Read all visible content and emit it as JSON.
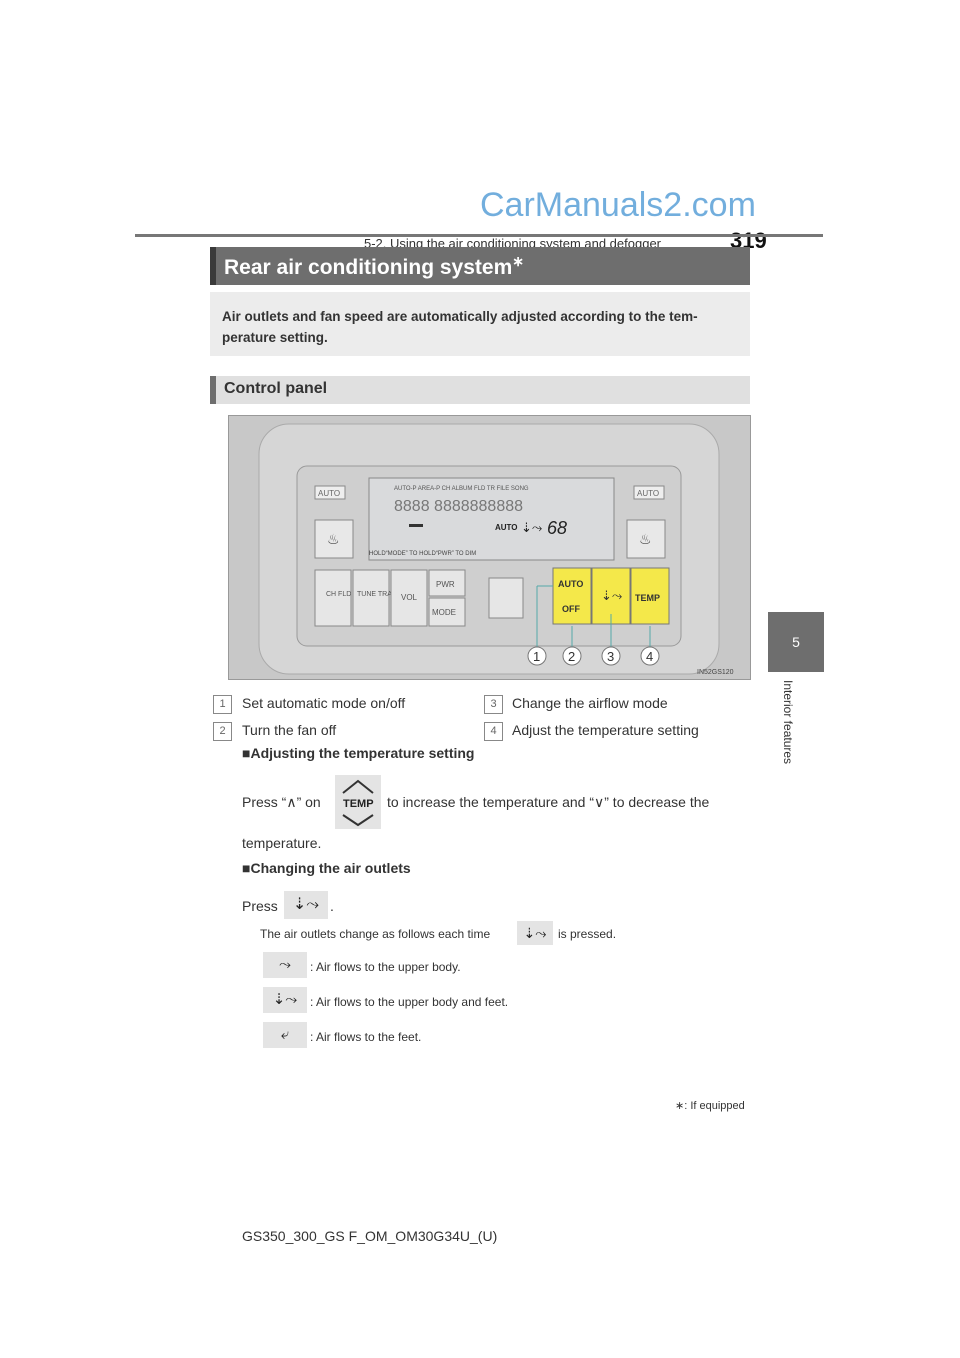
{
  "header": {
    "section": "5-2. Using the air conditioning system and defogger",
    "page_number": "319",
    "watermark": "CarManuals2.com"
  },
  "side_tab": {
    "chapter": "5",
    "label": "Interior features"
  },
  "title": {
    "text": "Rear air conditioning system",
    "mark": "∗"
  },
  "intro": "Air outlets and fan speed are automatically adjusted according to the tem-perature setting.",
  "subheading": "Control panel",
  "figure": {
    "top_labels": "AUTO-P AREA-P  CH ALBUM FLD TR FILE SONG",
    "btn_auto_left": "AUTO",
    "btn_auto_right": "AUTO",
    "display_auto": "AUTO",
    "display_temp": "68",
    "hold_text": "HOLD“MODE” TO          HOLD“PWR” TO  DIM",
    "ch_fld": "CH\nFLD",
    "tune_track": "TUNE\nTRACK",
    "vol": "VOL",
    "pwr": "PWR",
    "mode": "MODE",
    "auto": "AUTO",
    "off": "OFF",
    "temp": "TEMP",
    "callouts": [
      "1",
      "2",
      "3",
      "4"
    ],
    "code": "IN52GS120"
  },
  "legend": [
    {
      "num": "1",
      "text": "Set automatic mode on/off"
    },
    {
      "num": "2",
      "text": "Turn the fan off"
    },
    {
      "num": "3",
      "text": "Change the airflow mode"
    },
    {
      "num": "4",
      "text": "Adjust the temperature setting"
    }
  ],
  "temp_section": {
    "heading": "■Adjusting the temperature setting",
    "text_a": "Press “∧” on",
    "text_b": "to increase the temperature and “∨” to decrease the",
    "text_c": "temperature.",
    "icon_label": "TEMP"
  },
  "outlet_section": {
    "heading": "■Changing the air outlets",
    "press": "Press",
    "period": ".",
    "note_a": "The air outlets change as follows each time",
    "note_b": "is pressed.",
    "modes": [
      ": Air flows to the upper body.",
      ": Air flows to the upper body and feet.",
      ": Air flows to the feet."
    ]
  },
  "footnote": "∗: If equipped",
  "footer": "GS350_300_GS F_OM_OM30G34U_(U)"
}
